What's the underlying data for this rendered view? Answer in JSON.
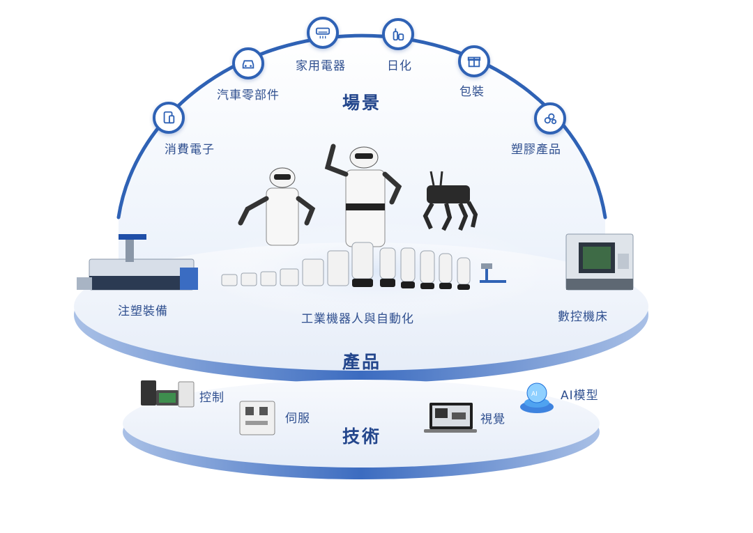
{
  "scenarios": {
    "title": "場景",
    "items": [
      {
        "label": "消費電子",
        "icon": "tablet-icon"
      },
      {
        "label": "汽車零部件",
        "icon": "car-icon"
      },
      {
        "label": "家用電器",
        "icon": "air-conditioner-icon"
      },
      {
        "label": "日化",
        "icon": "bottles-icon"
      },
      {
        "label": "包裝",
        "icon": "gift-box-icon"
      },
      {
        "label": "塑膠產品",
        "icon": "plastic-gear-icon"
      }
    ]
  },
  "products": {
    "title": "產品",
    "items": [
      {
        "label": "注塑裝備"
      },
      {
        "label": "工業機器人與自動化"
      },
      {
        "label": "數控機床"
      }
    ]
  },
  "technology": {
    "title": "技術",
    "items": [
      {
        "label": "控制"
      },
      {
        "label": "伺服"
      },
      {
        "label": "視覺"
      },
      {
        "label": "AI模型"
      }
    ]
  },
  "colors": {
    "arc_blue": "#2f62b5",
    "label_blue": "#2f4f8f",
    "title_blue": "#23468c",
    "disc_light": "#eef3fb"
  }
}
